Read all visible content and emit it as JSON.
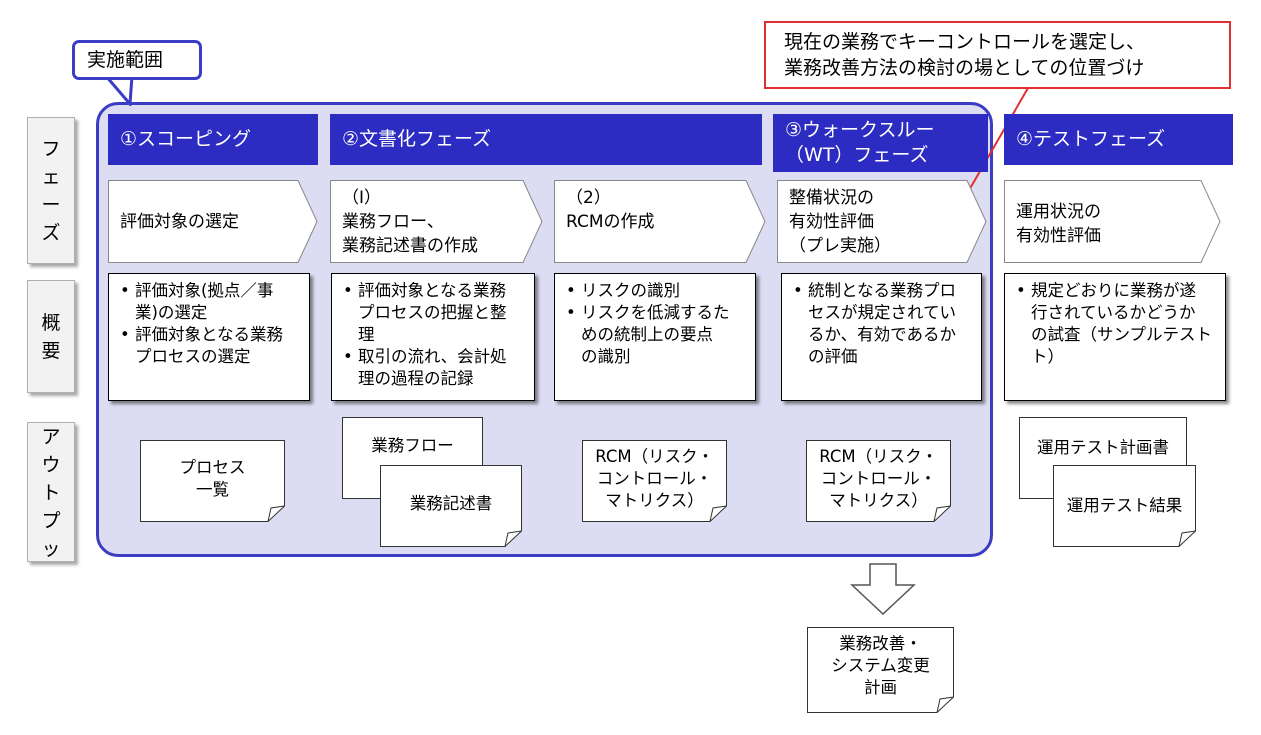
{
  "scope": {
    "label": "実施範囲"
  },
  "note": {
    "line1": "現在の業務でキーコントロールを選定し、",
    "line2": "業務改善方法の検討の場としての位置づけ"
  },
  "rows": {
    "phase": "フェーズ",
    "summary": "概要",
    "output": "アウトプット"
  },
  "phases": {
    "p1": "①スコーピング",
    "p2": "②文書化フェーズ",
    "p3_line1": "③ウォークスルー",
    "p3_line2": "（WT）フェーズ",
    "p4": "④テストフェーズ"
  },
  "steps": {
    "s1": [
      "評価対象の選定"
    ],
    "s2": [
      "（Ⅰ）",
      "業務フロー、",
      "業務記述書の作成"
    ],
    "s3": [
      "（2）",
      "RCMの作成"
    ],
    "s4": [
      "整備状況の",
      "有効性評価",
      "（プレ実施）"
    ],
    "s5": [
      "運用状況の",
      "有効性評価"
    ]
  },
  "summaries": {
    "s1": [
      [
        "評価対象(拠点／事",
        "業)の選定"
      ],
      [
        "評価対象となる業務",
        "プロセスの選定"
      ]
    ],
    "s2": [
      [
        "評価対象となる業務",
        "プロセスの把握と整",
        "理"
      ],
      [
        "取引の流れ、会計処",
        "理の過程の記録"
      ]
    ],
    "s3": [
      [
        "リスクの識別"
      ],
      [
        "リスクを低減するた",
        "めの統制上の要点",
        "の識別"
      ]
    ],
    "s4": [
      [
        "統制となる業務プロ",
        "セスが規定されてい",
        "るか、有効であるか",
        "の評価"
      ]
    ],
    "s5": [
      [
        "規定どおりに業務が遂",
        "行されているかどうか",
        "の試査（サンプルテスト",
        "ト）"
      ]
    ]
  },
  "outputs": {
    "o1": [
      "プロセス",
      "一覧"
    ],
    "o2a": [
      "業務フロー"
    ],
    "o2b": [
      "業務記述書"
    ],
    "o3": [
      "RCM（リスク・",
      "コントロール・",
      "マトリクス）"
    ],
    "o4": [
      "RCM（リスク・",
      "コントロール・",
      "マトリクス）"
    ],
    "o5a": [
      "運用テスト計画書"
    ],
    "o5b": [
      "運用テスト結果"
    ],
    "o6": [
      "業務改善・",
      "システム変更",
      "計画"
    ]
  },
  "colors": {
    "header": "#2c2cc2",
    "scope_fill": "#dcdcf2",
    "scope_border": "#3b3bc4",
    "note_border": "#e03030"
  }
}
